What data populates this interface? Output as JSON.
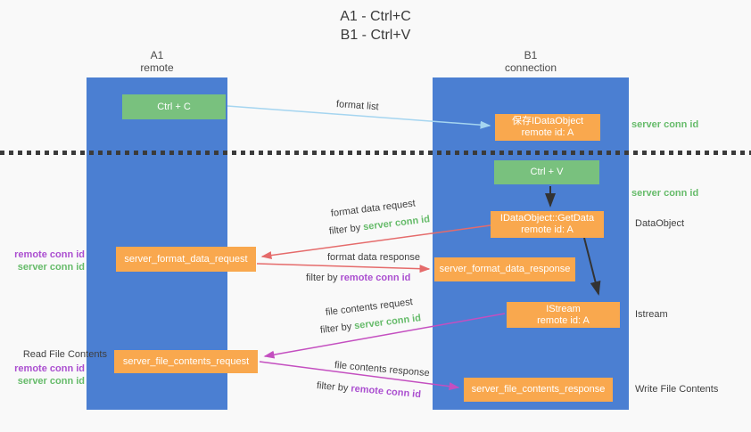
{
  "title": {
    "line1": "A1 - Ctrl+C",
    "line2": "B1 - Ctrl+V"
  },
  "columns": {
    "left": {
      "id": "A1",
      "role": "remote"
    },
    "right": {
      "id": "B1",
      "role": "connection"
    }
  },
  "nodes": {
    "ctrl_c": {
      "label": "Ctrl + C"
    },
    "save_idataobject": {
      "line1": "保存IDataObject",
      "line2": "remote id: A"
    },
    "ctrl_v": {
      "label": "Ctrl + V"
    },
    "getdata": {
      "line1": "IDataObject::GetData",
      "line2": "remote id: A"
    },
    "istream": {
      "line1": "IStream",
      "line2": "remote id: A"
    },
    "format_request": {
      "label": "server_format_data_request"
    },
    "format_response": {
      "label": "server_format_data_response"
    },
    "file_request": {
      "label": "server_file_contents_request"
    },
    "file_response": {
      "label": "server_file_contents_response"
    }
  },
  "edge_labels": {
    "format_list": "format list",
    "format_data_request": "format data request",
    "format_data_response": "format data response",
    "file_contents_request": "file contents request",
    "file_contents_response": "file contents response",
    "filter_by": "filter by",
    "server_conn_id": "server conn id",
    "remote_conn_id": "remote conn id"
  },
  "side_labels": {
    "server_conn_id_top_right": "server conn id",
    "server_conn_id_mid_right": "server conn id",
    "dataobject": "DataObject",
    "istream": "Istream",
    "write_file_contents": "Write File Contents",
    "read_file_contents": "Read File Contents",
    "remote_conn_id_left_1": "remote conn id",
    "server_conn_id_left_1": "server conn id",
    "remote_conn_id_left_2": "remote conn id",
    "server_conn_id_left_2": "server conn id"
  },
  "colors": {
    "background": "#f9f9f9",
    "column_blue": "#4b7fd2",
    "box_green": "#79c17e",
    "box_orange": "#f9a84e",
    "arrow_lightblue": "#a5d5f0",
    "arrow_red": "#e56b6b",
    "arrow_magenta": "#c44fc0",
    "arrow_black": "#333333",
    "text_green": "#66bb6a",
    "text_purple": "#ab4fd0",
    "dotted_line": "#3b3b3b"
  }
}
